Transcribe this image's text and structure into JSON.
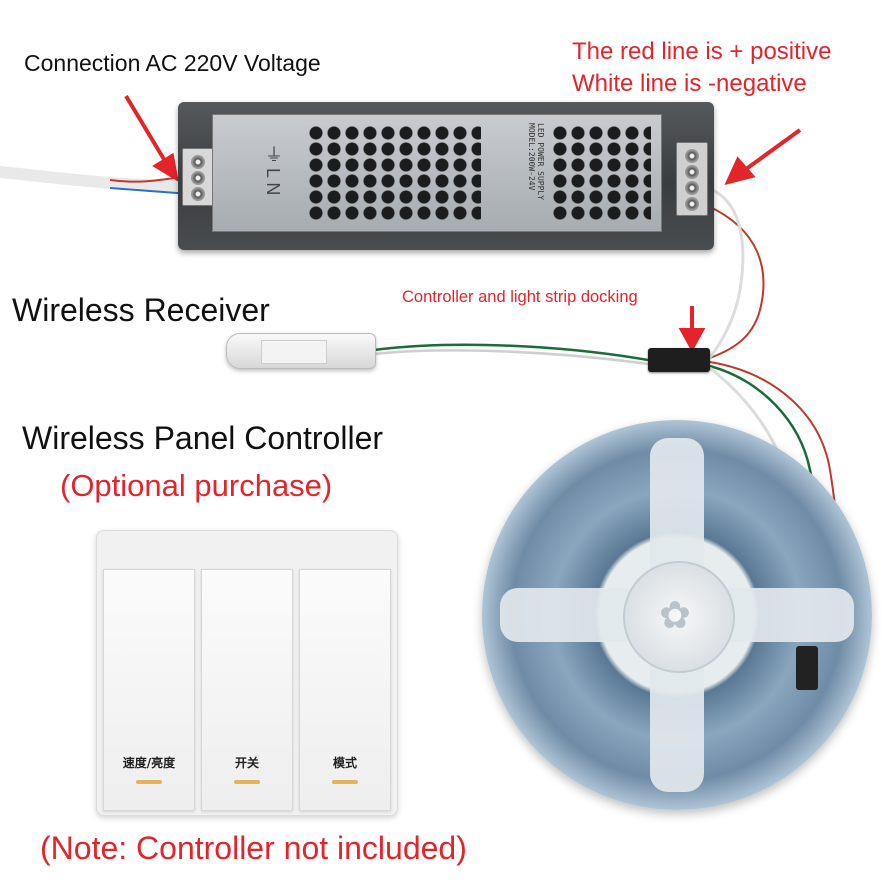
{
  "labels": {
    "ac_voltage": "Connection AC 220V Voltage",
    "red_line": "The red line is + positive",
    "white_line": "White line is -negative",
    "docking": "Controller and light strip docking",
    "receiver": "Wireless Receiver",
    "panel_controller": "Wireless Panel Controller",
    "optional": "(Optional purchase)",
    "note": "(Note: Controller not included)"
  },
  "power_supply": {
    "plate_text": "LED POWER SUPPLY MODEL:200W-24V"
  },
  "panel": {
    "buttons": [
      {
        "label": "速度/亮度"
      },
      {
        "label": "开关"
      },
      {
        "label": "模式"
      }
    ]
  },
  "colors": {
    "annotation_red": "#e3242b",
    "text_black": "#111111",
    "arrow_red": "#e3242b"
  },
  "icons": [
    "arrow-icon",
    "hexagon-grid",
    "screw-terminal",
    "led-strip-reel"
  ]
}
